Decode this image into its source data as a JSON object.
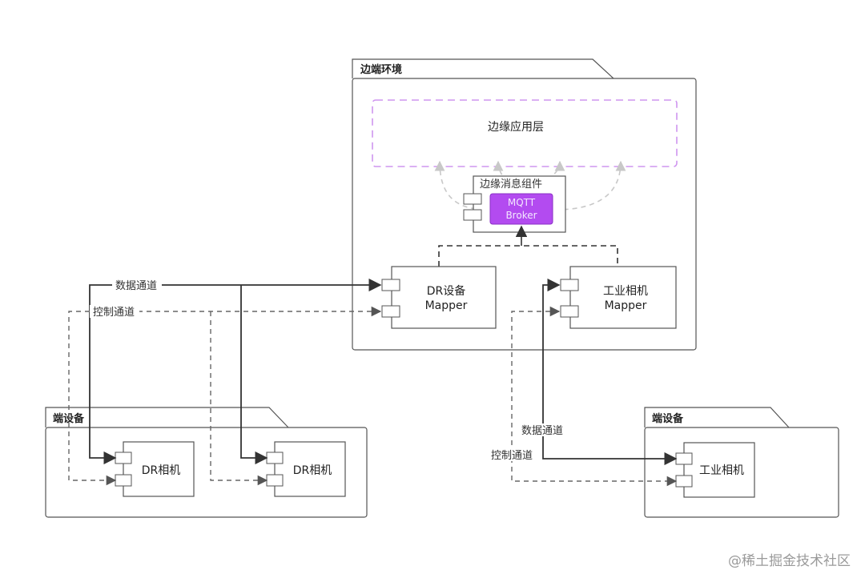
{
  "edge_env": {
    "title": "边端环境"
  },
  "edge_app_layer": {
    "label": "边缘应用层"
  },
  "edge_msg": {
    "title": "边缘消息组件",
    "broker_line1": "MQTT",
    "broker_line2": "Broker"
  },
  "dr_mapper": {
    "line1": "DR设备",
    "line2": "Mapper"
  },
  "ind_mapper": {
    "line1": "工业相机",
    "line2": "Mapper"
  },
  "device_left": {
    "title": "端设备",
    "camera1": "DR相机",
    "camera2": "DR相机"
  },
  "device_right": {
    "title": "端设备",
    "camera": "工业相机"
  },
  "channels": {
    "left_data": "数据通道",
    "left_control": "控制通道",
    "right_data": "数据通道",
    "right_control": "控制通道"
  },
  "colors": {
    "broker_fill": "#b34bf0",
    "app_layer_border": "#cf95ef",
    "stroke": "#333333"
  },
  "watermark": "@稀土掘金技术社区"
}
